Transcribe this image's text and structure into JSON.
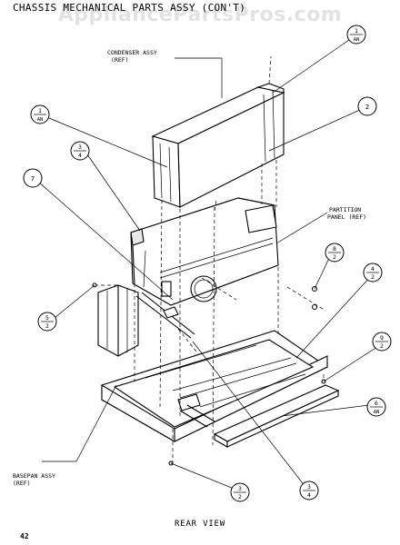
{
  "header": {
    "title": "CHASSIS MECHANICAL PARTS ASSY (CON'T)",
    "watermark": "AppliancePartsPros.com"
  },
  "labels": {
    "condenser_assy": "CONDENSER ASSY",
    "condenser_ref": "(REF)",
    "partition_panel": "PARTITION",
    "partition_panel_2": "PANEL (REF)",
    "basepan_assy": "BASEPAN ASSY",
    "basepan_ref": "(REF)"
  },
  "callouts": {
    "c1_top": "1",
    "c1_bot": "AN",
    "c2": "2",
    "c3_top": "3",
    "c3_bot": "4",
    "c4": "7",
    "c5_top": "8",
    "c5_bot": "2",
    "c6_top": "4",
    "c6_bot": "2",
    "c7_top": "5",
    "c7_bot": "2",
    "c8_top": "9",
    "c8_bot": "2",
    "c9_top": "6",
    "c9_bot": "AN",
    "c10_top": "3",
    "c10_bot": "2",
    "c11_top": "3",
    "c11_bot": "4",
    "c12_top": "1",
    "c12_bot": "AN"
  },
  "footer": {
    "caption": "REAR VIEW",
    "page_number": "42"
  }
}
